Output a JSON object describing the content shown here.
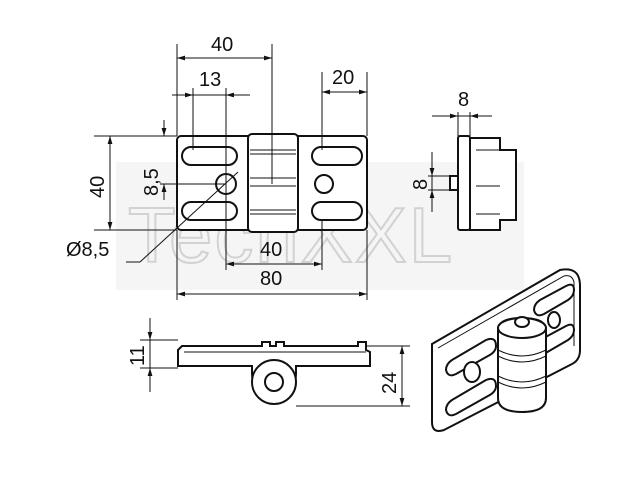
{
  "watermark": {
    "text": "TechXXL"
  },
  "front_view": {
    "dims": {
      "overall_width": "40",
      "slot_spacing": "13",
      "right_offset": "20",
      "height": "40",
      "hole_offset": "8,5",
      "inner_width": "40",
      "total_length": "80",
      "hole_diameter": "Ø8,5"
    }
  },
  "side_view": {
    "dims": {
      "pin_width": "8",
      "pin_height": "8"
    }
  },
  "bottom_view": {
    "dims": {
      "plate_thickness": "11",
      "total_height": "24"
    }
  }
}
